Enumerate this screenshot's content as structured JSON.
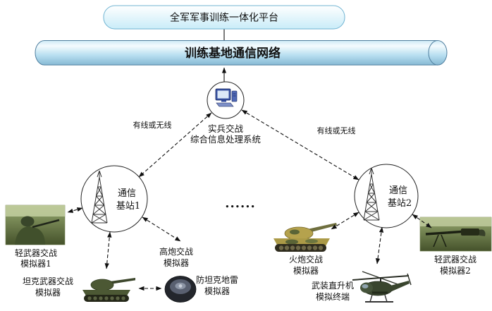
{
  "platform": {
    "title": "全军军事训练一体化平台"
  },
  "network_bus": {
    "title": "训练基地通信网络"
  },
  "processing_system": {
    "name_line1": "实兵交战",
    "name_line2": "综合信息处理系统"
  },
  "link_labels": {
    "left": "有线或无线",
    "right": "有线或无线"
  },
  "stations": {
    "s1": {
      "name_line1": "通信",
      "name_line2": "基站1"
    },
    "s2": {
      "name_line1": "通信",
      "name_line2": "基站2"
    }
  },
  "ellipsis": "......",
  "simulators": {
    "light_weapons_1": {
      "line1": "轻武器交战",
      "line2": "模拟器1"
    },
    "tank_weapons": {
      "line1": "坦克武器交战",
      "line2": "模拟器"
    },
    "aa_gun": {
      "line1": "高炮交战",
      "line2": "模拟器"
    },
    "antitank_mine": {
      "line1": "防坦克地雷",
      "line2": "模拟器"
    },
    "artillery": {
      "line1": "火炮交战",
      "line2": "模拟器"
    },
    "attack_helicopter": {
      "line1": "武装直升机",
      "line2": "模拟终端"
    },
    "light_weapons_2": {
      "line1": "轻武器交战",
      "line2": "模拟器2"
    }
  },
  "colors": {
    "bus_fill": "#b9dff0",
    "bus_stroke": "#4f7f9f",
    "platform_fill": "#d9f1fb",
    "line_color": "#111111",
    "node_stroke": "#222222"
  }
}
